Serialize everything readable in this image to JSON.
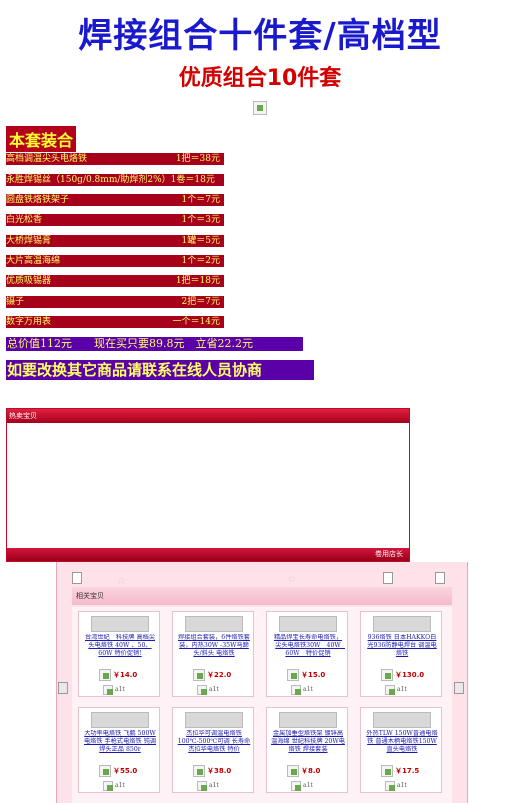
{
  "title": "焊接组合十件套/高档型",
  "subtitle": "优质组合10件套",
  "section_label": "本套装合",
  "items": [
    {
      "name": "高档调温尖头电烙铁",
      "price": "1把＝38元"
    },
    {
      "name": "永胜焊锡丝（150g/0.8mm/助焊剂2%）1卷＝18元",
      "price": ""
    },
    {
      "name": "圆盘铁烙铁架子",
      "price": "1个＝7元"
    },
    {
      "name": "白光松香",
      "price": "1个＝3元"
    },
    {
      "name": "大桥焊锡膏",
      "price": "1罐＝5元"
    },
    {
      "name": "大片高温海绵",
      "price": "1个＝2元"
    },
    {
      "name": "优质吸锡器",
      "price": "1把＝18元"
    },
    {
      "name": "镊子",
      "price": "2把＝7元"
    },
    {
      "name": "数字万用表",
      "price": "一个＝14元"
    }
  ],
  "total_line": "总价值112元　　现在买只要89.8元　立省22.2元",
  "contact_line": "如要改换其它商品请联系在线人员协商",
  "hot_panel": {
    "header": "热卖宝贝",
    "footer": "卷用店长"
  },
  "related_panel": {
    "header": "相关宝贝",
    "button_label": "a1t",
    "products": [
      {
        "desc": "台湾世纪　科技牌 高档尖头电烙铁 40W 、50、60W 特价促销!",
        "price": "￥14.0"
      },
      {
        "desc": "焊接组合套装，6件烙铁套装，内热30W -35W马蹄头/斜头 电烙铁",
        "price": "￥22.0"
      },
      {
        "desc": "精品焊宝长寿命电烙铁，尖头电烙铁30W　40W　60W　特价促销",
        "price": "￥15.0"
      },
      {
        "desc": "936烙铁 日本HAKKO白光936防静电焊台 调温电烙铁",
        "price": "￥130.0"
      },
      {
        "desc": "大功率电烙铁 飞鹏 500W 电烙铁 手枪式电烙铁 钝调焊头正品 850r",
        "price": "￥55.0"
      },
      {
        "desc": "杰拉华可调温电烙铁100℃-500℃可调 长寿命杰拉华电烙铁 特价",
        "price": "￥38.0"
      },
      {
        "desc": "金属加垂型烙铁架 镀锌高温海绵 世纪科技牌 20W电烙铁 焊接套装",
        "price": "￥8.0"
      },
      {
        "desc": "外热TLW 150W普通电烙铁 普通木柄电烙铁150W 直头电烙铁",
        "price": "￥17.5"
      }
    ]
  },
  "colors": {
    "title": "#1a1acc",
    "subtitle": "#d40000",
    "item_bg": "#a7001a",
    "item_text": "#ffff66",
    "promo_bg": "#5a00a8"
  }
}
